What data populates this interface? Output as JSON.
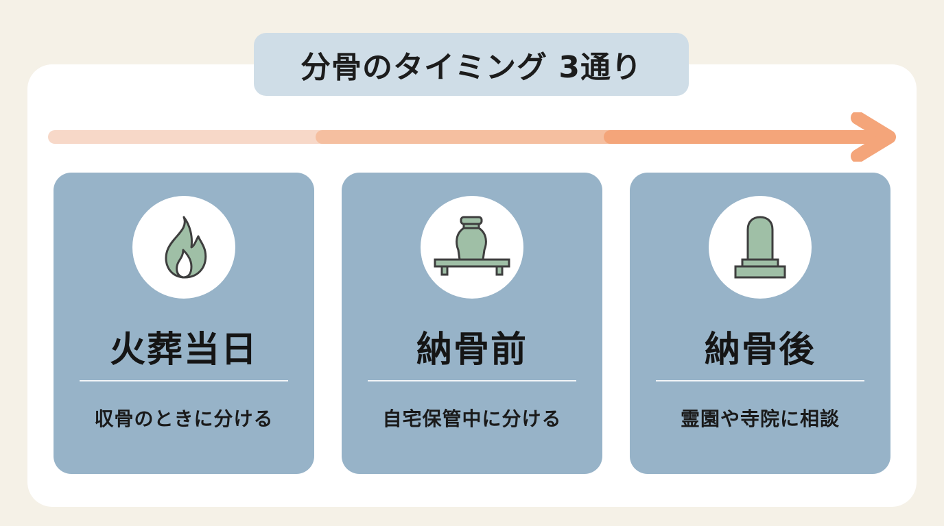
{
  "title": "分骨のタイミング 3通り",
  "colors": {
    "background": "#f5f1e7",
    "panel": "#ffffff",
    "title_box": "#cfdde7",
    "card": "#97b3c8",
    "icon_fill": "#9fbfa6",
    "arrow_light": "#f7d8c8",
    "arrow_mid": "#f5bfa0",
    "arrow_strong": "#f4a57a"
  },
  "stages": [
    {
      "heading": "火葬当日",
      "description": "収骨のときに分ける",
      "icon": "flame-icon"
    },
    {
      "heading": "納骨前",
      "description": "自宅保管中に分ける",
      "icon": "urn-on-altar-icon"
    },
    {
      "heading": "納骨後",
      "description": "霊園や寺院に相談",
      "icon": "gravestone-icon"
    }
  ]
}
